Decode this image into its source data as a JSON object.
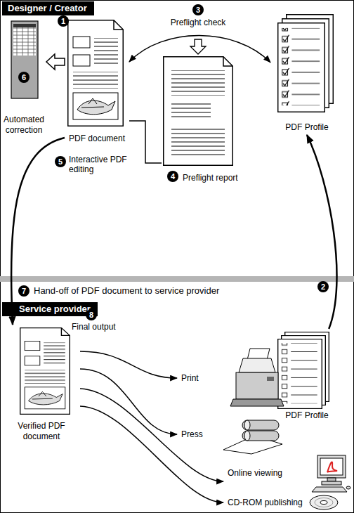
{
  "diagram": {
    "nodes": [
      {
        "text": [
          "Designer / Creator"
        ]
      },
      {
        "text": [
          "PDF document"
        ],
        "in": 0
      },
      {
        "text": [
          "PDF Profile"
        ],
        "in": 0
      },
      {
        "text": [
          "Preflight report"
        ],
        "in": 0
      },
      {
        "text": [
          "Automated correction"
        ],
        "in": 0
      },
      {
        "text": [
          "Service provider"
        ]
      },
      {
        "text": [
          "Verified PDF document"
        ],
        "in": 5
      },
      {
        "text": [
          "PDF Profile"
        ],
        "in": 5
      },
      {
        "text": [
          "Print"
        ],
        "in": 5
      },
      {
        "text": [
          "Press"
        ],
        "in": 5
      },
      {
        "text": [
          "Online viewing"
        ],
        "in": 5
      },
      {
        "text": [
          "CD-ROM publishing"
        ],
        "in": 5
      }
    ],
    "edges": [
      {
        "from": 1,
        "to": 2,
        "label": "Preflight check",
        "arrow": "both"
      },
      {
        "from": 1,
        "to": 4,
        "arrow": "to"
      },
      {
        "from": 3,
        "to": 1,
        "arrow": "none"
      },
      {
        "from": 1,
        "to": 6,
        "arrow": "to"
      },
      {
        "from": 7,
        "to": 2,
        "arrow": "to"
      },
      {
        "from": 6,
        "to": 8,
        "arrow": "to"
      },
      {
        "from": 6,
        "to": 9,
        "arrow": "to"
      },
      {
        "from": 6,
        "to": 10,
        "arrow": "to"
      },
      {
        "from": 6,
        "to": 11,
        "arrow": "to"
      }
    ],
    "labels": [
      "1",
      "3",
      "6",
      "5",
      "Interactive PDF editing",
      "4",
      "7",
      "Hand-off of PDF document to service provider",
      "2",
      "8",
      "Final output"
    ]
  }
}
